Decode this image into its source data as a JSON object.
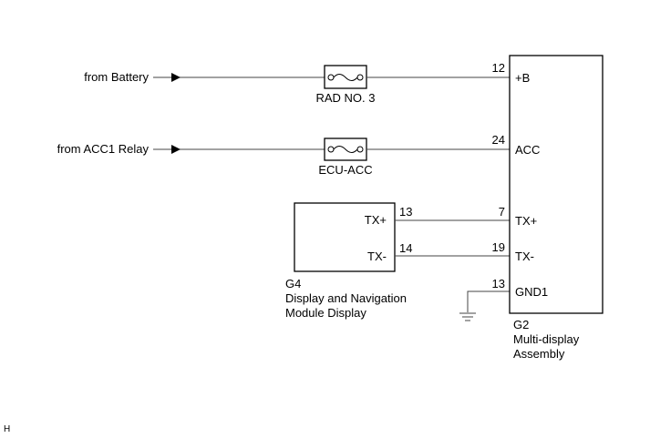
{
  "diagram": {
    "sources": [
      {
        "label": "from Battery"
      },
      {
        "label": "from ACC1 Relay"
      }
    ],
    "fuses": [
      {
        "label": "RAD NO. 3"
      },
      {
        "label": "ECU-ACC"
      }
    ],
    "g2": {
      "code": "G2",
      "name_line1": "Multi-display",
      "name_line2": "Assembly",
      "pins": [
        {
          "num": "12",
          "name": "+B"
        },
        {
          "num": "24",
          "name": "ACC"
        },
        {
          "num": "7",
          "name": "TX+"
        },
        {
          "num": "19",
          "name": "TX-"
        },
        {
          "num": "13",
          "name": "GND1"
        }
      ]
    },
    "g4": {
      "code": "G4",
      "name_line1": "Display and Navigation",
      "name_line2": "Module Display",
      "pins": [
        {
          "num": "13",
          "name": "TX+"
        },
        {
          "num": "14",
          "name": "TX-"
        }
      ]
    },
    "footer_mark": "H"
  }
}
